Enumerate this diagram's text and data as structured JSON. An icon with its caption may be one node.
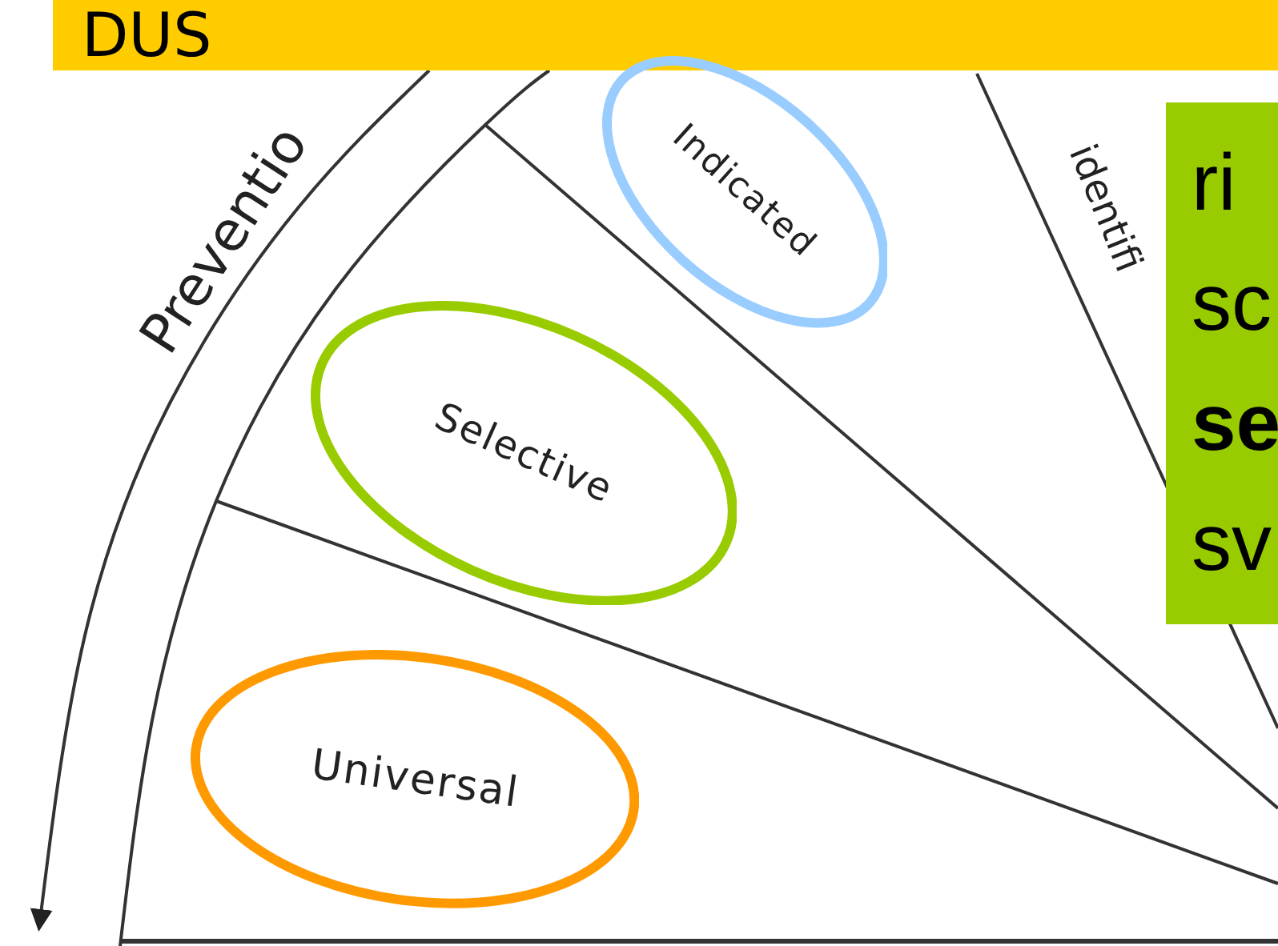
{
  "diagram": {
    "nodes": [
      {
        "text": [
          "DUS"
        ]
      },
      {
        "text": [
          "Indicated"
        ]
      },
      {
        "text": [
          "ri sc **se** sv"
        ]
      },
      {
        "text": [
          "Selective"
        ]
      },
      {
        "text": [
          "Universal"
        ]
      }
    ],
    "labels": [
      "Preventio",
      "identifi"
    ]
  }
}
